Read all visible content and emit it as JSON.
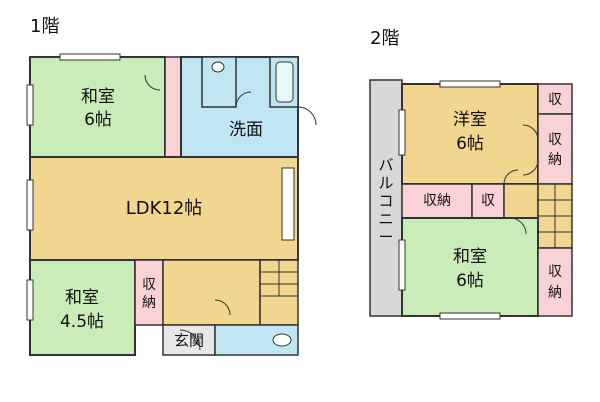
{
  "floors": {
    "first": {
      "title": "1階",
      "rooms": {
        "washitsu6": {
          "name": "和室",
          "size": "6帖"
        },
        "senmen": {
          "name": "洗面"
        },
        "ldk": {
          "name": "LDK12帖"
        },
        "washitsu45": {
          "name": "和室",
          "size": "4.5帖"
        },
        "shuno": {
          "name": "収\n納"
        },
        "genkan": {
          "name": "玄関"
        }
      }
    },
    "second": {
      "title": "2階",
      "rooms": {
        "youshitsu": {
          "name": "洋室",
          "size": "6帖"
        },
        "washitsu6": {
          "name": "和室",
          "size": "6帖"
        },
        "balcony": {
          "name": "バルコニー"
        },
        "shu_top": {
          "name": "収"
        },
        "shuno_right_top": {
          "name": "収\n納"
        },
        "shuno_mid": {
          "name": "収納"
        },
        "shu_mid": {
          "name": "収"
        },
        "shuno_right_bottom": {
          "name": "収\n納"
        }
      }
    }
  },
  "colors": {
    "tatami": "#c9ecb8",
    "wood": "#f2d58e",
    "water": "#bfe6f2",
    "storage": "#f9d2d6",
    "wall": "#333333",
    "balcony": "#d8d8d8"
  }
}
